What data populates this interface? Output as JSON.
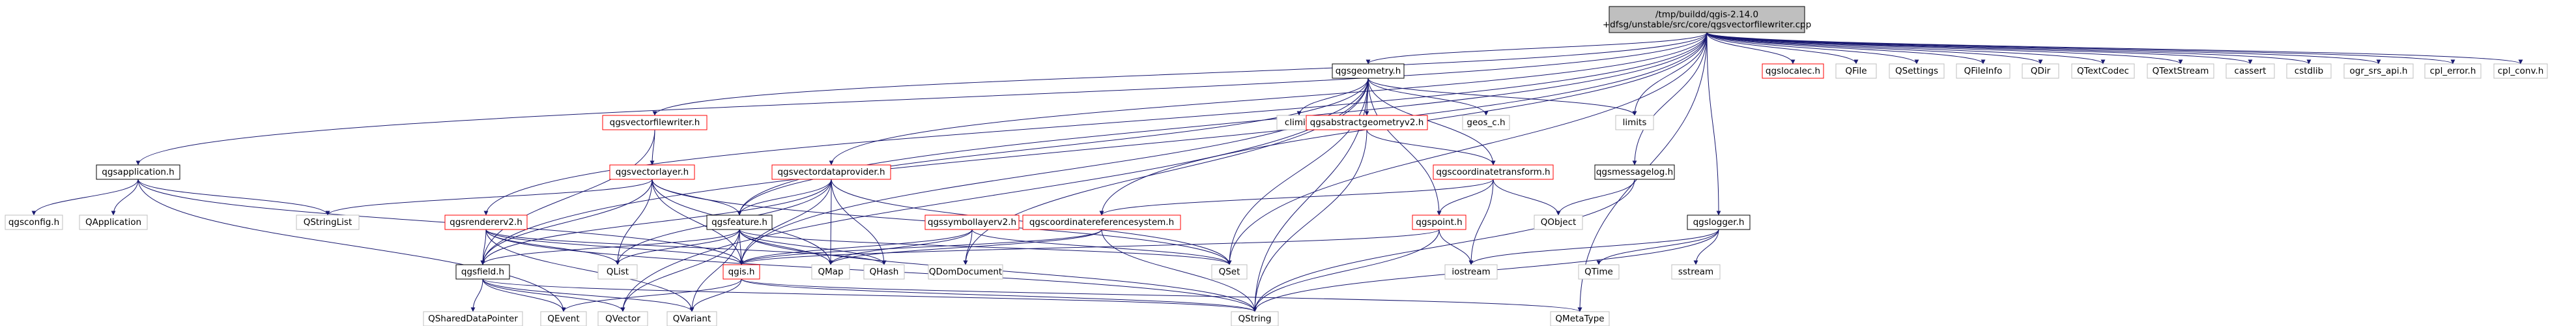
{
  "colors": {
    "edge": "#191970",
    "root_fill": "#bfbfbf",
    "root_border": "#000000",
    "documented_border": "#000000",
    "undocumented_border": "#ff0000",
    "external_border": "#bfbfbf",
    "text": "#000000",
    "background": "#ffffff"
  },
  "nodes": {
    "root": {
      "lines": [
        "/tmp/buildd/qgis-2.14.0",
        "+dfsg/unstable/src/core/qgsvectorfilewriter.cpp"
      ],
      "kind": "root"
    },
    "qgsapplication": {
      "lines": [
        "qgsapplication.h"
      ],
      "kind": "documented"
    },
    "qgsvectorfilewriter": {
      "lines": [
        "qgsvectorfilewriter.h"
      ],
      "kind": "undocumented"
    },
    "qgsgeometry": {
      "lines": [
        "qgsgeometry.h"
      ],
      "kind": "documented"
    },
    "qgsrendererv2": {
      "lines": [
        "qgsrendererv2.h"
      ],
      "kind": "undocumented"
    },
    "qgsvectordataprovider": {
      "lines": [
        "qgsvectordataprovider.h"
      ],
      "kind": "undocumented"
    },
    "qgscoordinatereferencesystem": {
      "lines": [
        "qgscoordinatereferencesystem.h"
      ],
      "kind": "undocumented"
    },
    "qgsmessagelog": {
      "lines": [
        "qgsmessagelog.h"
      ],
      "kind": "documented"
    },
    "qgslogger": {
      "lines": [
        "qgslogger.h"
      ],
      "kind": "documented"
    },
    "qgslocalec": {
      "lines": [
        "qgslocalec.h"
      ],
      "kind": "undocumented"
    },
    "QFile": {
      "lines": [
        "QFile"
      ],
      "kind": "external"
    },
    "QSettings": {
      "lines": [
        "QSettings"
      ],
      "kind": "external"
    },
    "QFileInfo": {
      "lines": [
        "QFileInfo"
      ],
      "kind": "external"
    },
    "QDir": {
      "lines": [
        "QDir"
      ],
      "kind": "external"
    },
    "QTextCodec": {
      "lines": [
        "QTextCodec"
      ],
      "kind": "external"
    },
    "QTextStream": {
      "lines": [
        "QTextStream"
      ],
      "kind": "external"
    },
    "cassert": {
      "lines": [
        "cassert"
      ],
      "kind": "external"
    },
    "cstdlib": {
      "lines": [
        "cstdlib"
      ],
      "kind": "external"
    },
    "ogr_srs_api": {
      "lines": [
        "ogr_srs_api.h"
      ],
      "kind": "external"
    },
    "cpl_error": {
      "lines": [
        "cpl_error.h"
      ],
      "kind": "external"
    },
    "cpl_conv": {
      "lines": [
        "cpl_conv.h"
      ],
      "kind": "external"
    },
    "qgsconfig": {
      "lines": [
        "qgsconfig.h"
      ],
      "kind": "external"
    },
    "QApplication": {
      "lines": [
        "QApplication"
      ],
      "kind": "external"
    },
    "QStringList": {
      "lines": [
        "QStringList"
      ],
      "kind": "external"
    },
    "qgsfield": {
      "lines": [
        "qgsfield.h"
      ],
      "kind": "documented"
    },
    "qgsvectorlayer": {
      "lines": [
        "qgsvectorlayer.h"
      ],
      "kind": "undocumented"
    },
    "climits": {
      "lines": [
        "climits"
      ],
      "kind": "external"
    },
    "qgsabstractgeometryv2": {
      "lines": [
        "qgsabstractgeometryv2.h"
      ],
      "kind": "undocumented"
    },
    "geos_c": {
      "lines": [
        "geos_c.h"
      ],
      "kind": "external"
    },
    "limits": {
      "lines": [
        "limits"
      ],
      "kind": "external"
    },
    "qgscoordinatetransform": {
      "lines": [
        "qgscoordinatetransform.h"
      ],
      "kind": "undocumented"
    },
    "qgsfeature": {
      "lines": [
        "qgsfeature.h"
      ],
      "kind": "documented"
    },
    "qgssymbollayerv2": {
      "lines": [
        "qgssymbollayerv2.h"
      ],
      "kind": "undocumented"
    },
    "qgspoint": {
      "lines": [
        "qgspoint.h"
      ],
      "kind": "undocumented"
    },
    "QObject": {
      "lines": [
        "QObject"
      ],
      "kind": "external"
    },
    "qgis": {
      "lines": [
        "qgis.h"
      ],
      "kind": "undocumented"
    },
    "QList": {
      "lines": [
        "QList"
      ],
      "kind": "external"
    },
    "QMap": {
      "lines": [
        "QMap"
      ],
      "kind": "external"
    },
    "QHash": {
      "lines": [
        "QHash"
      ],
      "kind": "external"
    },
    "QDomDocument": {
      "lines": [
        "QDomDocument"
      ],
      "kind": "external"
    },
    "QSet": {
      "lines": [
        "QSet"
      ],
      "kind": "external"
    },
    "iostream": {
      "lines": [
        "iostream"
      ],
      "kind": "external"
    },
    "QTime": {
      "lines": [
        "QTime"
      ],
      "kind": "external"
    },
    "sstream": {
      "lines": [
        "sstream"
      ],
      "kind": "external"
    },
    "QSharedDataPointer": {
      "lines": [
        "QSharedDataPointer"
      ],
      "kind": "external"
    },
    "QEvent": {
      "lines": [
        "QEvent"
      ],
      "kind": "external"
    },
    "QVector": {
      "lines": [
        "QVector"
      ],
      "kind": "external"
    },
    "QVariant": {
      "lines": [
        "QVariant"
      ],
      "kind": "external"
    },
    "QString": {
      "lines": [
        "QString"
      ],
      "kind": "external"
    },
    "QMetaType": {
      "lines": [
        "QMetaType"
      ],
      "kind": "external"
    }
  },
  "edges": [
    [
      "root",
      "qgsapplication"
    ],
    [
      "root",
      "qgsvectorfilewriter"
    ],
    [
      "root",
      "qgsgeometry"
    ],
    [
      "root",
      "qgsrendererv2"
    ],
    [
      "root",
      "qgsvectordataprovider"
    ],
    [
      "root",
      "qgscoordinatereferencesystem"
    ],
    [
      "root",
      "qgsmessagelog"
    ],
    [
      "root",
      "qgslogger"
    ],
    [
      "root",
      "qgslocalec"
    ],
    [
      "root",
      "QFile"
    ],
    [
      "root",
      "QSettings"
    ],
    [
      "root",
      "QFileInfo"
    ],
    [
      "root",
      "QDir"
    ],
    [
      "root",
      "QTextCodec"
    ],
    [
      "root",
      "QTextStream"
    ],
    [
      "root",
      "cassert"
    ],
    [
      "root",
      "cstdlib"
    ],
    [
      "root",
      "ogr_srs_api"
    ],
    [
      "root",
      "cpl_error"
    ],
    [
      "root",
      "cpl_conv"
    ],
    [
      "root",
      "limits"
    ],
    [
      "root",
      "QSet"
    ],
    [
      "root",
      "QMetaType"
    ],
    [
      "root",
      "qgsfeature"
    ],
    [
      "root",
      "qgsfield"
    ],
    [
      "qgsapplication",
      "qgsconfig"
    ],
    [
      "qgsapplication",
      "QApplication"
    ],
    [
      "qgsapplication",
      "QStringList"
    ],
    [
      "qgsapplication",
      "qgis"
    ],
    [
      "qgsapplication",
      "QEvent"
    ],
    [
      "qgsvectorfilewriter",
      "qgsvectorlayer"
    ],
    [
      "qgsvectorfilewriter",
      "qgsfield"
    ],
    [
      "qgsgeometry",
      "climits"
    ],
    [
      "qgsgeometry",
      "qgsabstractgeometryv2"
    ],
    [
      "qgsgeometry",
      "geos_c"
    ],
    [
      "qgsgeometry",
      "limits"
    ],
    [
      "qgsgeometry",
      "qgscoordinatetransform"
    ],
    [
      "qgsgeometry",
      "qgsfeature"
    ],
    [
      "qgsgeometry",
      "qgspoint"
    ],
    [
      "qgsgeometry",
      "QString"
    ],
    [
      "qgsgeometry",
      "QSet"
    ],
    [
      "qgsgeometry",
      "qgis"
    ],
    [
      "qgsgeometry",
      "QDomDocument"
    ],
    [
      "qgsgeometry",
      "QVector"
    ],
    [
      "qgsvectorlayer",
      "QStringList"
    ],
    [
      "qgsvectorlayer",
      "qgsfeature"
    ],
    [
      "qgsvectorlayer",
      "qgsfield"
    ],
    [
      "qgsvectorlayer",
      "QList"
    ],
    [
      "qgsvectorlayer",
      "QMap"
    ],
    [
      "qgsvectorlayer",
      "QSet"
    ],
    [
      "qgsvectorlayer",
      "qgis"
    ],
    [
      "qgsvectordataprovider",
      "qgsfeature"
    ],
    [
      "qgsvectordataprovider",
      "qgsfield"
    ],
    [
      "qgsvectordataprovider",
      "QList"
    ],
    [
      "qgsvectordataprovider",
      "QMap"
    ],
    [
      "qgsvectordataprovider",
      "QHash"
    ],
    [
      "qgsvectordataprovider",
      "QSet"
    ],
    [
      "qgsvectordataprovider",
      "qgis"
    ],
    [
      "qgsrendererv2",
      "qgsfield"
    ],
    [
      "qgsrendererv2",
      "qgis"
    ],
    [
      "qgsrendererv2",
      "QList"
    ],
    [
      "qgsrendererv2",
      "QString"
    ],
    [
      "qgsrendererv2",
      "QVariant"
    ],
    [
      "qgsrendererv2",
      "QHash"
    ],
    [
      "qgsabstractgeometryv2",
      "qgscoordinatetransform"
    ],
    [
      "qgsabstractgeometryv2",
      "QString"
    ],
    [
      "qgscoordinatetransform",
      "qgscoordinatereferencesystem"
    ],
    [
      "qgscoordinatetransform",
      "qgspoint"
    ],
    [
      "qgscoordinatetransform",
      "QObject"
    ],
    [
      "qgscoordinatetransform",
      "iostream"
    ],
    [
      "qgsfeature",
      "qgsfield"
    ],
    [
      "qgsfeature",
      "qgis"
    ],
    [
      "qgsfeature",
      "QList"
    ],
    [
      "qgsfeature",
      "QMap"
    ],
    [
      "qgsfeature",
      "QHash"
    ],
    [
      "qgsfeature",
      "QSet"
    ],
    [
      "qgsfeature",
      "QString"
    ],
    [
      "qgsfeature",
      "QVector"
    ],
    [
      "qgsfeature",
      "QVariant"
    ],
    [
      "qgssymbollayerv2",
      "qgis"
    ],
    [
      "qgssymbollayerv2",
      "QMap"
    ],
    [
      "qgssymbollayerv2",
      "QDomDocument"
    ],
    [
      "qgssymbollayerv2",
      "QSet"
    ],
    [
      "qgscoordinatereferencesystem",
      "qgis"
    ],
    [
      "qgscoordinatereferencesystem",
      "QString"
    ],
    [
      "qgscoordinatereferencesystem",
      "QMap"
    ],
    [
      "qgspoint",
      "qgis"
    ],
    [
      "qgspoint",
      "iostream"
    ],
    [
      "qgspoint",
      "QString"
    ],
    [
      "qgsmessagelog",
      "QObject"
    ],
    [
      "qgsmessagelog",
      "QString"
    ],
    [
      "qgslogger",
      "iostream"
    ],
    [
      "qgslogger",
      "sstream"
    ],
    [
      "qgslogger",
      "QTime"
    ],
    [
      "qgslogger",
      "QString"
    ],
    [
      "qgis",
      "QEvent"
    ],
    [
      "qgis",
      "QString"
    ],
    [
      "qgis",
      "QVariant"
    ],
    [
      "qgis",
      "QMetaType"
    ],
    [
      "qgsfield",
      "QSharedDataPointer"
    ],
    [
      "qgsfield",
      "QEvent"
    ],
    [
      "qgsfield",
      "QVector"
    ],
    [
      "qgsfield",
      "QVariant"
    ],
    [
      "qgsfield",
      "QString"
    ]
  ]
}
